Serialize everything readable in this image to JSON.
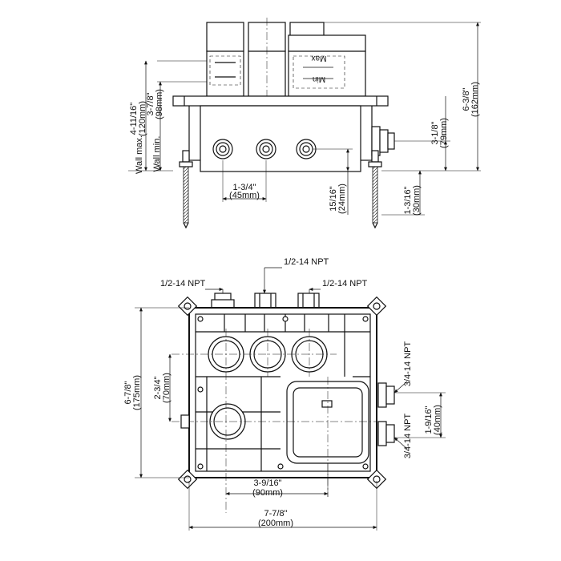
{
  "side_view": {
    "wall_max": {
      "line1": "4-11/16\"",
      "line2": "(120mm)",
      "tag": "Wall max."
    },
    "wall_min": {
      "line1": "3-7/8\"",
      "line2": "(98mm)",
      "tag": "Wall min."
    },
    "dim_45": {
      "line1": "1-3/4\"",
      "line2": "(45mm)"
    },
    "dim_24": {
      "line1": "15/16\"",
      "line2": "(24mm)"
    },
    "dim_30": {
      "line1": "1-3/16\"",
      "line2": "(30mm)"
    },
    "dim_79": {
      "line1": "3-1/8\"",
      "line2": "(79mm)"
    },
    "dim_162": {
      "line1": "6-3/8\"",
      "line2": "(162mm)"
    },
    "cartridge_max": "Max",
    "cartridge_min": "Min"
  },
  "front_view": {
    "npt_top": "1/2-14 NPT",
    "npt_left": "1/2-14 NPT",
    "npt_right": "1/2-14 NPT",
    "npt_side_upper": "3/4-14 NPT",
    "npt_side_lower": "3/4-14 NPT",
    "dim_175": {
      "line1": "6-7/8\"",
      "line2": "(175mm)"
    },
    "dim_70": {
      "line1": "2-3/4\"",
      "line2": "(70mm)"
    },
    "dim_40": {
      "line1": "1-9/16\"",
      "line2": "(40mm)"
    },
    "dim_90": {
      "line1": "3-9/16\"",
      "line2": "(90mm)"
    },
    "dim_200": {
      "line1": "7-7/8\"",
      "line2": "(200mm)"
    }
  }
}
